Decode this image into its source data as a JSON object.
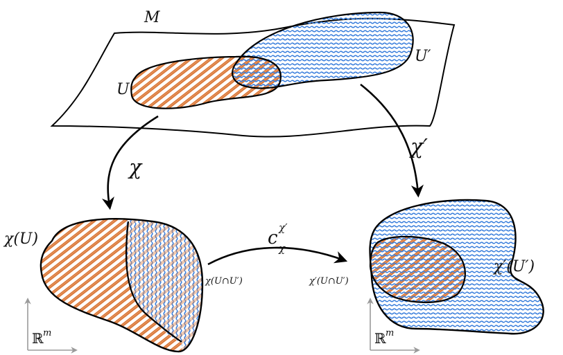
{
  "labels": {
    "manifold": "M",
    "set_u": "U",
    "set_u_prime": "U′",
    "chart_chi": "χ",
    "chart_chi_prime": "χ′",
    "chi_u": "χ(U)",
    "chi_prime_u_prime": "χ′(U′)",
    "chi_intersection": "χ(U∩U′)",
    "chi_prime_intersection": "χ′(U∩U′)",
    "transition_base": "c",
    "transition_sup": "χ′",
    "transition_sub": "χ",
    "space_left": "ℝ",
    "space_left_exp": "m",
    "space_right": "ℝ",
    "space_right_exp": "m"
  },
  "colors": {
    "orange": "#d9712f",
    "blue": "#3a7fdc",
    "outline": "#000000",
    "axis": "#9a9a9a"
  }
}
